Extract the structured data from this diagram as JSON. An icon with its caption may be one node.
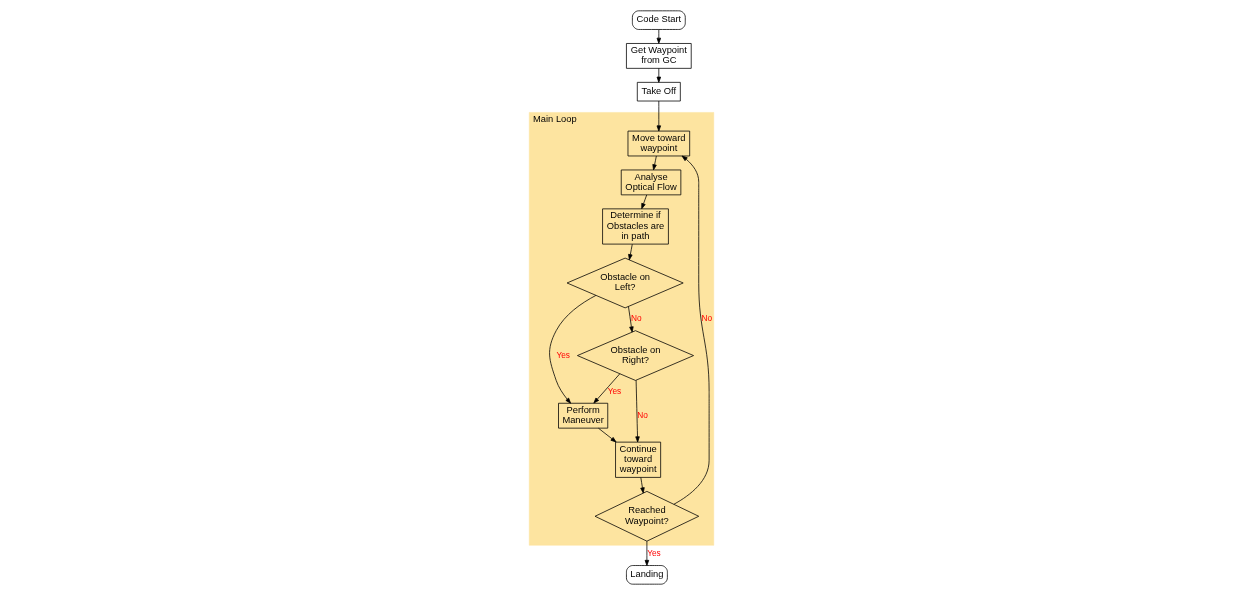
{
  "diagram": {
    "nodes": [
      {
        "text": [
          "Main Loop"
        ]
      },
      {
        "text": [
          "Code Start"
        ]
      },
      {
        "text": [
          "Get Waypoint from GC"
        ]
      },
      {
        "text": [
          "Take Off"
        ]
      },
      {
        "text": [
          "Move toward waypoint"
        ],
        "in": 0
      },
      {
        "text": [
          "Analyse Optical Flow"
        ],
        "in": 0
      },
      {
        "text": [
          "Perform Maneuver"
        ],
        "in": 0
      },
      {
        "text": [
          "Continue toward waypoint"
        ],
        "in": 0
      },
      {
        "text": [
          "Obstacle on Right?"
        ],
        "in": 0
      },
      {
        "text": [
          "Obstacle on Left?"
        ],
        "in": 0
      },
      {
        "text": [
          "Determine if Obstacles are in path"
        ],
        "in": 0
      },
      {
        "text": [
          "Reached Waypoint?"
        ],
        "in": 0
      },
      {
        "text": [
          "Landing"
        ]
      }
    ],
    "edges": [
      {
        "from": 1,
        "to": 2,
        "arrow": "to"
      },
      {
        "from": 2,
        "to": 3,
        "arrow": "to"
      },
      {
        "from": 3,
        "to": 4,
        "arrow": "to"
      },
      {
        "from": 4,
        "to": 5,
        "arrow": "to"
      },
      {
        "from": 5,
        "to": 10,
        "arrow": "to"
      },
      {
        "from": 10,
        "to": 9,
        "arrow": "to"
      },
      {
        "from": 9,
        "to": 8,
        "arrow": "to",
        "label": "No"
      },
      {
        "from": 9,
        "to": 6,
        "arrow": "to",
        "label": "Yes"
      },
      {
        "from": 8,
        "to": 6,
        "arrow": "to",
        "label": "Yes"
      },
      {
        "from": 8,
        "to": 7,
        "arrow": "to",
        "label": "No"
      },
      {
        "from": 6,
        "to": 7,
        "arrow": "to"
      },
      {
        "from": 7,
        "to": 11,
        "arrow": "to"
      },
      {
        "from": 11,
        "to": 4,
        "arrow": "to",
        "label": "No"
      },
      {
        "from": 11,
        "to": 12,
        "arrow": "to",
        "label": "Yes"
      }
    ]
  }
}
